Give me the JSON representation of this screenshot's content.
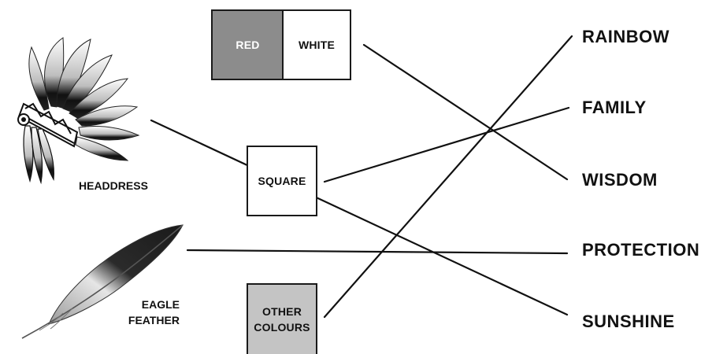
{
  "images": {
    "headdress": {
      "icon": "headdress-icon",
      "caption": "HEADDRESS"
    },
    "feather": {
      "icon": "eagle-feather-icon",
      "caption_line1": "EAGLE",
      "caption_line2": "FEATHER"
    }
  },
  "boxes": {
    "red": {
      "label": "RED",
      "color": "#8c8c8c"
    },
    "white": {
      "label": "WHITE"
    },
    "square": {
      "label": "SQUARE"
    },
    "other": {
      "label_line1": "OTHER",
      "label_line2": "COLOURS",
      "color": "#c4c4c4"
    }
  },
  "meanings": [
    "RAINBOW",
    "FAMILY",
    "WISDOM",
    "PROTECTION",
    "SUNSHINE"
  ],
  "connections": [
    {
      "from": "HEADDRESS",
      "to": "SUNSHINE"
    },
    {
      "from": "EAGLE FEATHER",
      "to": "PROTECTION"
    },
    {
      "from": "RED WHITE",
      "to": "WISDOM"
    },
    {
      "from": "SQUARE",
      "to": "FAMILY"
    },
    {
      "from": "OTHER COLOURS",
      "to": "RAINBOW"
    }
  ]
}
